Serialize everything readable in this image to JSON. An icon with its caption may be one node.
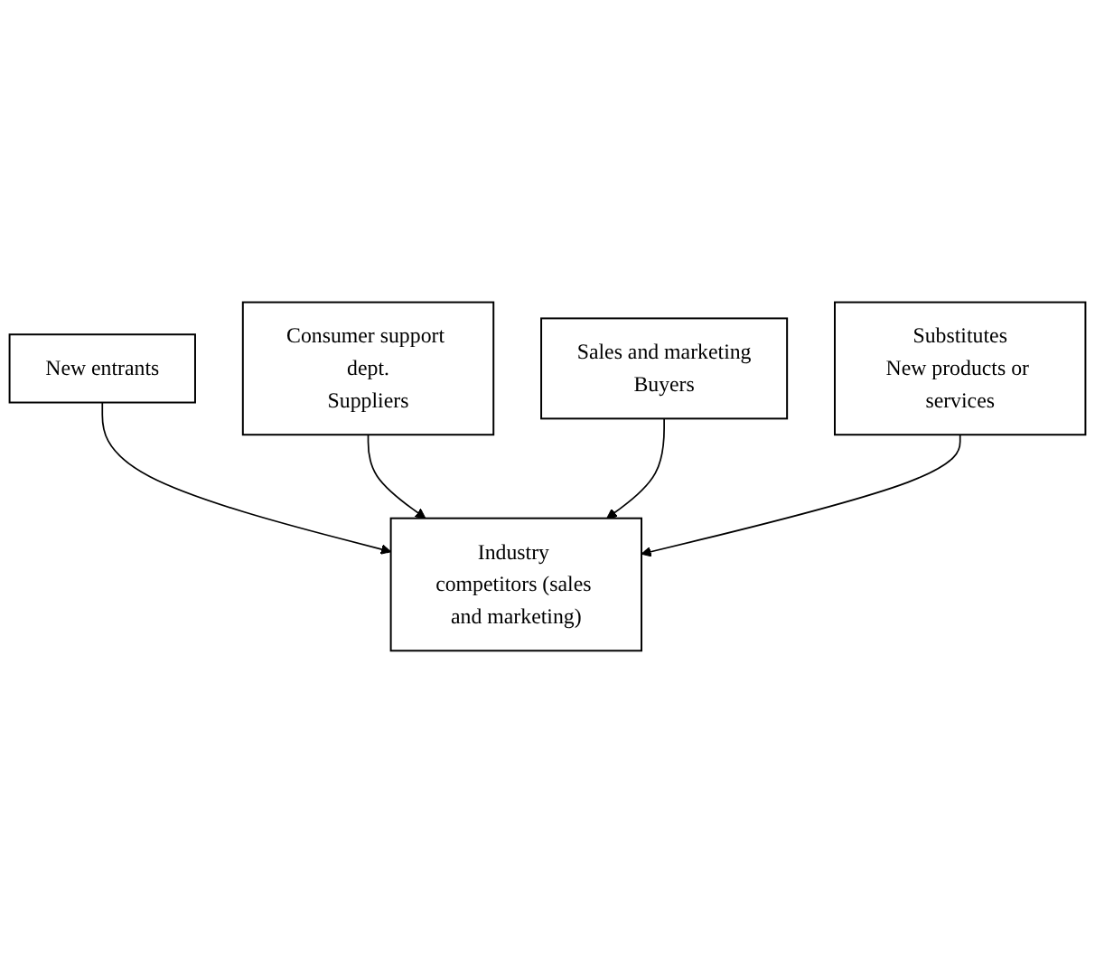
{
  "diagram": {
    "nodes": [
      {
        "text": [
          "New entrants"
        ]
      },
      {
        "text": [
          "Consumer support dept.",
          "Suppliers"
        ]
      },
      {
        "text": [
          "Industry competitors (sales and marketing)"
        ]
      },
      {
        "text": [
          "Sales and marketing",
          "Buyers"
        ]
      },
      {
        "text": [
          "Substitutes",
          "New products or services"
        ]
      }
    ],
    "edges": [
      {
        "from": 0,
        "to": 2,
        "arrow": "to"
      },
      {
        "from": 1,
        "to": 2,
        "arrow": "to"
      },
      {
        "from": 3,
        "to": 2,
        "arrow": "to"
      },
      {
        "from": 4,
        "to": 2,
        "arrow": "to"
      }
    ]
  }
}
